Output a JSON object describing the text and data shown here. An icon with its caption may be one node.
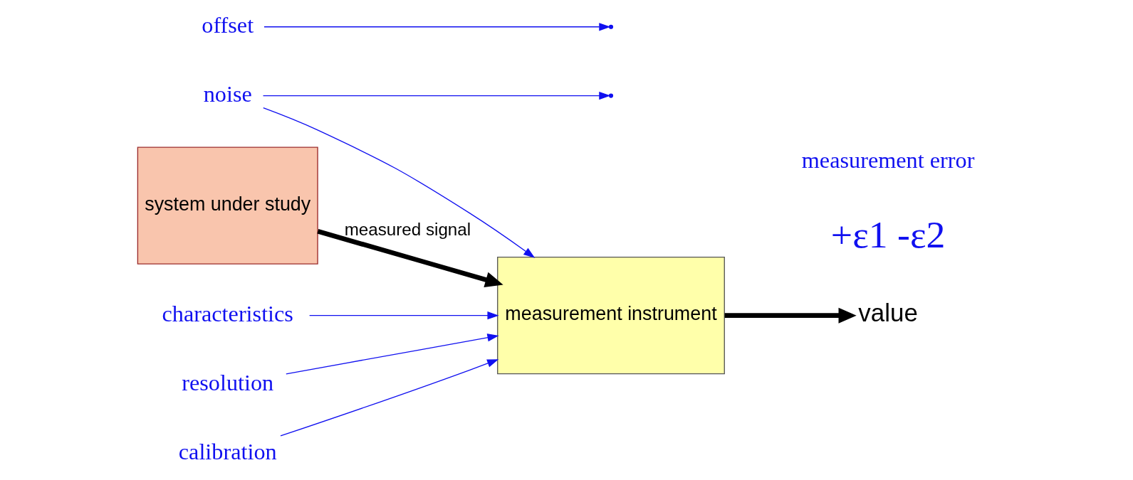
{
  "diagram": {
    "nodes": [
      {
        "text": [
          "system under study"
        ]
      },
      {
        "text": [
          "measurement instrument"
        ]
      },
      {
        "text": [
          "value"
        ]
      },
      {
        "text": [
          "noise"
        ]
      },
      {
        "text": [
          "resolution"
        ]
      },
      {
        "text": [
          "offset"
        ]
      },
      {
        "text": [
          "calibration"
        ]
      },
      {
        "text": [
          "characteristics"
        ]
      }
    ],
    "edges": [
      {
        "from": 0,
        "to": 1,
        "arrow": "to",
        "label": "measured signal",
        "style": "thick",
        "color": "#000000"
      },
      {
        "from": 1,
        "to": 2,
        "arrow": "to",
        "style": "thick",
        "color": "#000000"
      },
      {
        "from": 3,
        "to": null,
        "arrow": "to"
      },
      {
        "from": 3,
        "to": 1,
        "arrow": "to"
      },
      {
        "from": 4,
        "to": 1,
        "arrow": "to"
      },
      {
        "from": 5,
        "to": null,
        "arrow": "to"
      },
      {
        "from": 6,
        "to": 1,
        "arrow": "to"
      },
      {
        "from": 7,
        "to": 1,
        "arrow": "to"
      }
    ],
    "labels": [
      "+ε1 -ε2",
      "measurement error"
    ]
  }
}
